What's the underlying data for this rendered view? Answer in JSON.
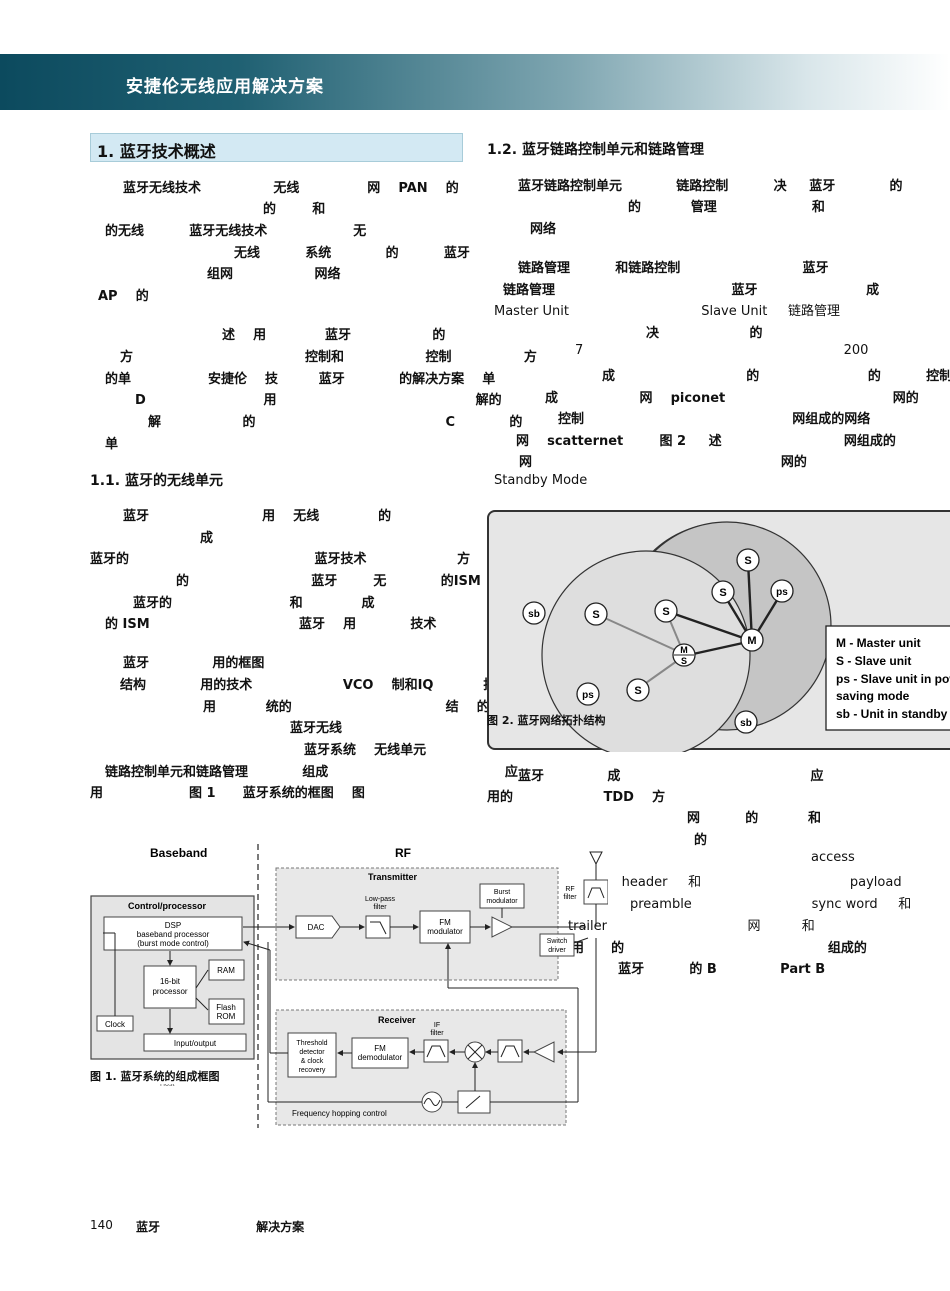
{
  "header": {
    "title": "安捷伦无线应用解决方案"
  },
  "section1": {
    "title": "1.  蓝牙技术概述"
  },
  "section1_1": {
    "title": "1.1.  蓝牙的无线单元"
  },
  "section1_2": {
    "title": "1.2.  蓝牙链路控制单元和链路管理"
  },
  "left_col": {
    "p1": [
      "蓝牙无线技术                无线               网    PAN    的",
      "的        和",
      "的无线          蓝牙无线技术                   无",
      "无线          系统            的          蓝牙",
      "组网                  网络",
      "AP    的"
    ],
    "p2": [
      "述    用             蓝牙                  的",
      "方                                      控制和                  控制                方",
      "的单                 安捷伦    技         蓝牙            的解决方案    单",
      "D                          用                                            解的",
      "解                  的                                          C            的",
      "单"
    ],
    "p3": [
      "蓝牙                         用    无线             的",
      "成",
      "蓝牙的                                         蓝牙技术                    方",
      "的                           蓝牙        无            的ISM",
      "蓝牙的                          和             成",
      "的 ISM                                 蓝牙    用            技术"
    ],
    "p4": [
      "蓝牙              用的框图",
      "结构            用的技术                    VCO    制和IQ           技术",
      "用           统的                                  结    的 IQ",
      "蓝牙无线",
      "蓝牙系统    无线单元",
      "链路控制单元和链路管理            组成                                       应",
      "用                   图 1      蓝牙系统的框图    图"
    ]
  },
  "right_col": {
    "p1": [
      "蓝牙链路控制单元            链路控制          决     蓝牙            的",
      "的           管理                     和",
      "网络"
    ],
    "p2": [
      "链路管理          和链路控制                           蓝牙",
      "链路管理                                       蓝牙                        成",
      "Master Unit                                Slave Unit     链路管理",
      "决                    的",
      "7                                                               200",
      "成                             的                        的          控制",
      "成                  网    piconet                                     网的",
      "控制                                              网组成的网络",
      "网    scatternet        图 2     述                           网组成的",
      "网                                                       网的",
      "Standby Mode"
    ],
    "p3": [
      "蓝牙              成                                          应",
      "用的                    TDD    方",
      "网          的           和",
      "的",
      "access",
      "code                         header     和                                    payload",
      "preamble                             sync word     和",
      "trailer                                  网          和",
      "用      的                                             组成的",
      "的                       蓝牙          的 B              Part B"
    ]
  },
  "figure1": {
    "caption": "图 1. 蓝牙系统的组成框图",
    "baseband": "Baseband",
    "rf": "RF",
    "control": "Control/processor",
    "dsp": "DSP",
    "dsp2": "baseband processor",
    "dsp3": "(burst mode control)",
    "ram": "RAM",
    "proc1": "16-bit",
    "proc2": "processor",
    "flash1": "Flash",
    "flash2": "ROM",
    "clock": "Clock",
    "io": "Input/output",
    "host": "Host",
    "transmitter": "Transmitter",
    "dac": "DAC",
    "lpf1": "Low-pass",
    "lpf2": "filter",
    "fmmod1": "FM",
    "fmmod2": "modulator",
    "burst1": "Burst",
    "burst2": "modulator",
    "rff1": "RF",
    "rff2": "filter",
    "sw1": "Switch",
    "sw2": "driver",
    "receiver": "Receiver",
    "thr1": "Threshold",
    "thr2": "detector",
    "thr3": "& clock",
    "thr4": "recovery",
    "fmd1": "FM",
    "fmd2": "demodulator",
    "iff1": "IF",
    "iff2": "filter",
    "fhc": "Frequency hopping control"
  },
  "figure2": {
    "caption": "图 2. 蓝牙网络拓扑结构",
    "legend": [
      "M  - Master unit",
      "S  - Slave unit",
      "ps - Slave unit in power",
      "       saving mode",
      "sb - Unit in standby mode"
    ],
    "node_sb": "sb",
    "node_s": "S",
    "node_ps": "ps",
    "node_m": "M"
  },
  "footer": {
    "page": "140",
    "text": "蓝牙                       解决方案"
  }
}
